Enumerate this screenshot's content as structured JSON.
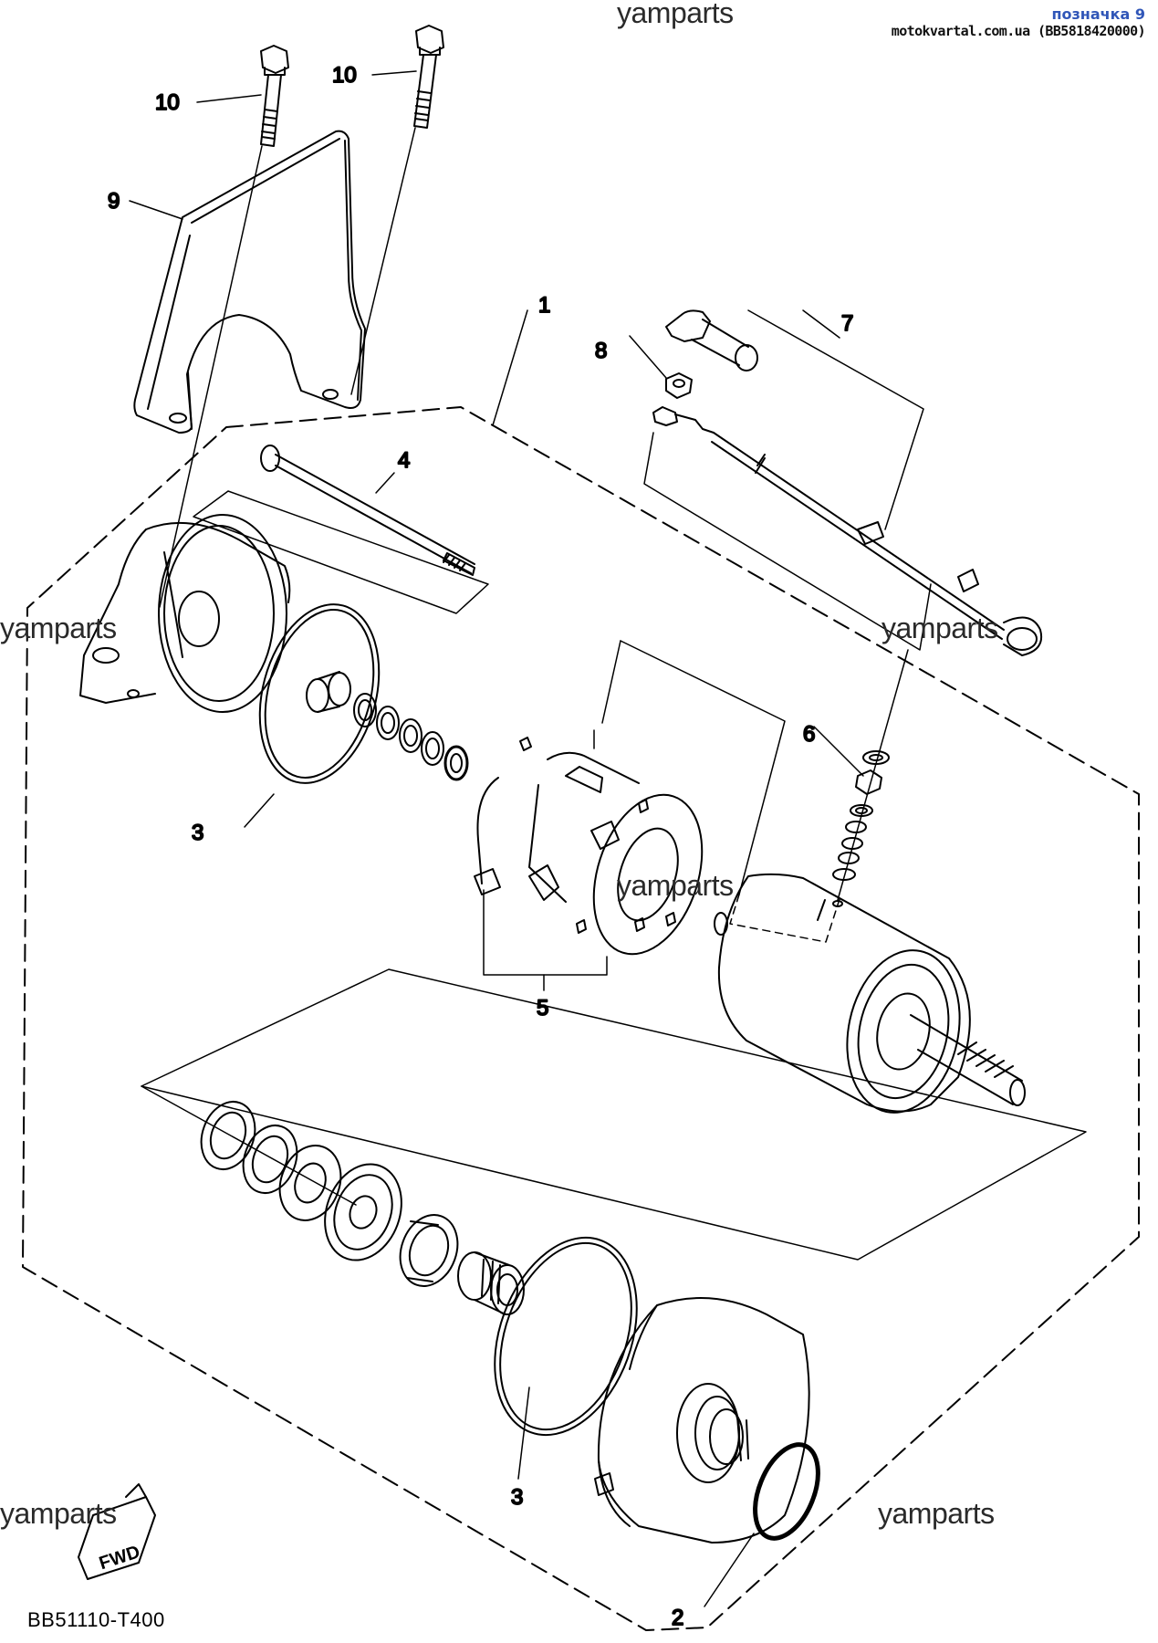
{
  "header": {
    "label": "позначка 9",
    "source": "motokvartal.com.ua (BB5818420000)"
  },
  "watermark": "yamparts",
  "diagram_code": "BB51110-T400",
  "fwd_badge": "FWD",
  "callouts": {
    "c1": "1",
    "c2": "2",
    "c3a": "3",
    "c3b": "3",
    "c4": "4",
    "c5": "5",
    "c6": "6",
    "c7": "7",
    "c8": "8",
    "c9": "9",
    "c10a": "10",
    "c10b": "10"
  }
}
